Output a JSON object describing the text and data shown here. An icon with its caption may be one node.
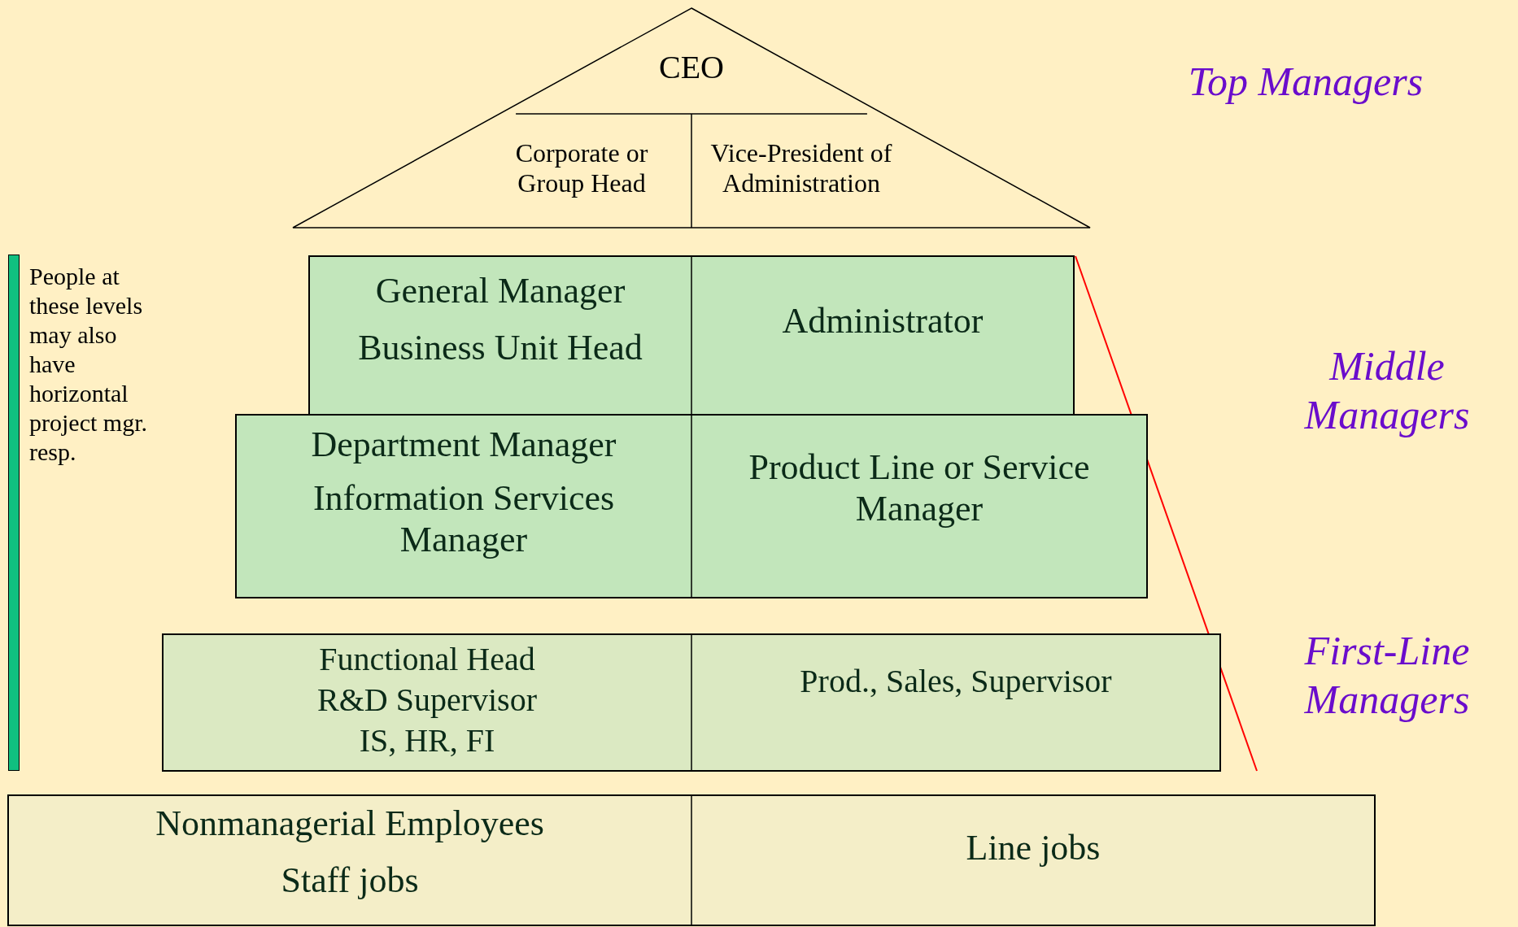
{
  "diagram": {
    "nodes": [
      {
        "text": [
          "CEO",
          "Corporate or Group Head",
          "Vice-President of Administration"
        ]
      },
      {
        "text": [
          "General Manager",
          "Business Unit Head",
          "Administrator"
        ]
      },
      {
        "text": [
          "Department Manager",
          "Information Services Manager",
          "Product Line or Service Manager"
        ]
      },
      {
        "text": [
          "Functional Head",
          "R&D Supervisor",
          "IS, HR, FI",
          "Prod., Sales, Supervisor"
        ]
      },
      {
        "text": [
          "Nonmanagerial Employees",
          "Staff jobs",
          "Line jobs"
        ]
      },
      {
        "text": [],
        "shape": "bar"
      }
    ],
    "labels": [
      "Top Managers",
      "Middle Managers",
      "First-Line Managers",
      "People at these levels may also have horizontal project mgr. resp."
    ]
  }
}
